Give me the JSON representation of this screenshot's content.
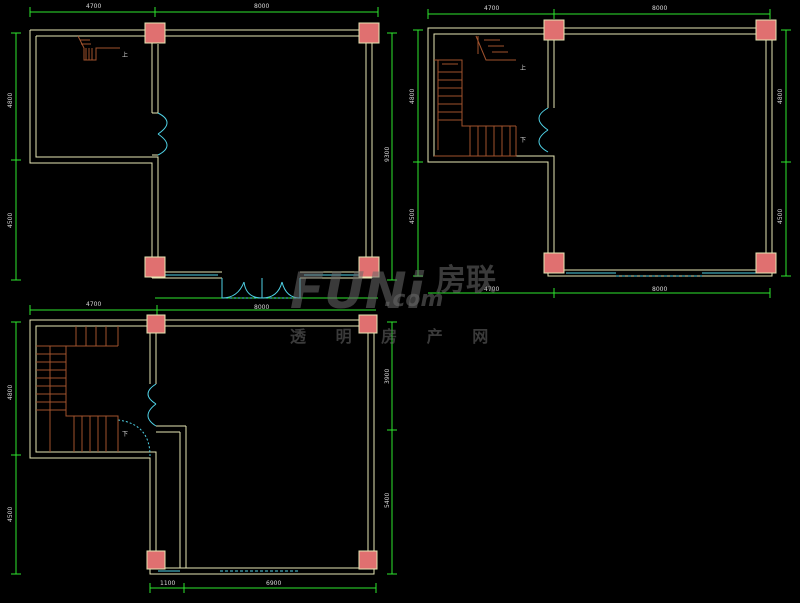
{
  "plan_a": {
    "dims": {
      "top_left": "4700",
      "top_right": "8000",
      "left_top": "4800",
      "left_bottom": "4500",
      "right_total": "9300",
      "bottom": "8000"
    },
    "stair_label": "上"
  },
  "plan_b": {
    "dims": {
      "top_left": "4700",
      "top_right": "8000",
      "left_top": "4800",
      "left_bottom": "4500",
      "right_top": "4800",
      "right_bottom": "4500",
      "bottom_left": "4700",
      "bottom_right": "8000"
    },
    "stair_up": "上",
    "stair_down": "下"
  },
  "plan_c": {
    "dims": {
      "top_left": "4700",
      "left_top": "4800",
      "left_bottom": "4500",
      "right_top": "3900",
      "right_bottom": "5400",
      "bottom_left": "1100",
      "bottom_right": "6900"
    },
    "stair_down": "下"
  },
  "watermark": {
    "logo": "FUNi",
    "logo_cn": "房联",
    "logo_com": ".com",
    "tagline": "透 明 房 产 网"
  },
  "colors": {
    "background": "#000000",
    "wall": "#e6e6b4",
    "column": "#e07070",
    "dimension": "#2ee62e",
    "door": "#4fd2e6",
    "stair": "#a0522d"
  }
}
